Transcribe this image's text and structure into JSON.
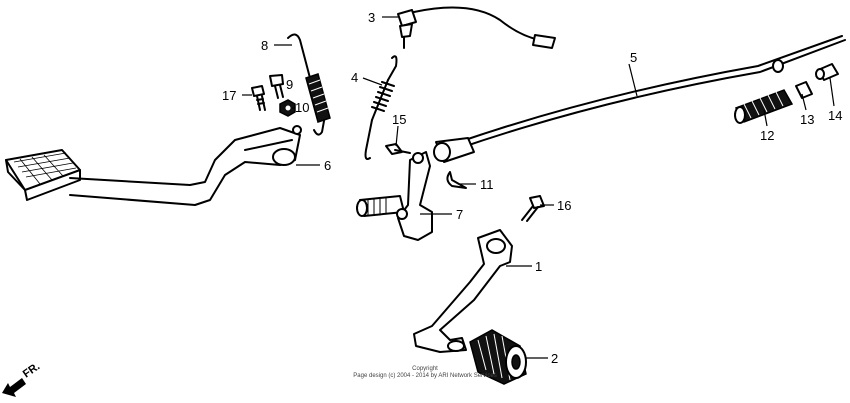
{
  "callouts": {
    "c1": "1",
    "c2": "2",
    "c3": "3",
    "c4": "4",
    "c5": "5",
    "c6": "6",
    "c7": "7",
    "c8": "8",
    "c9": "9",
    "c10": "10",
    "c11": "11",
    "c12": "12",
    "c13": "13",
    "c14": "14",
    "c15": "15",
    "c16": "16",
    "c17": "17"
  },
  "direction_label": "FR.",
  "copyright": {
    "line1": "Copyright",
    "line2": "Page design (c) 2004 - 2014 by ARI Network Services"
  }
}
